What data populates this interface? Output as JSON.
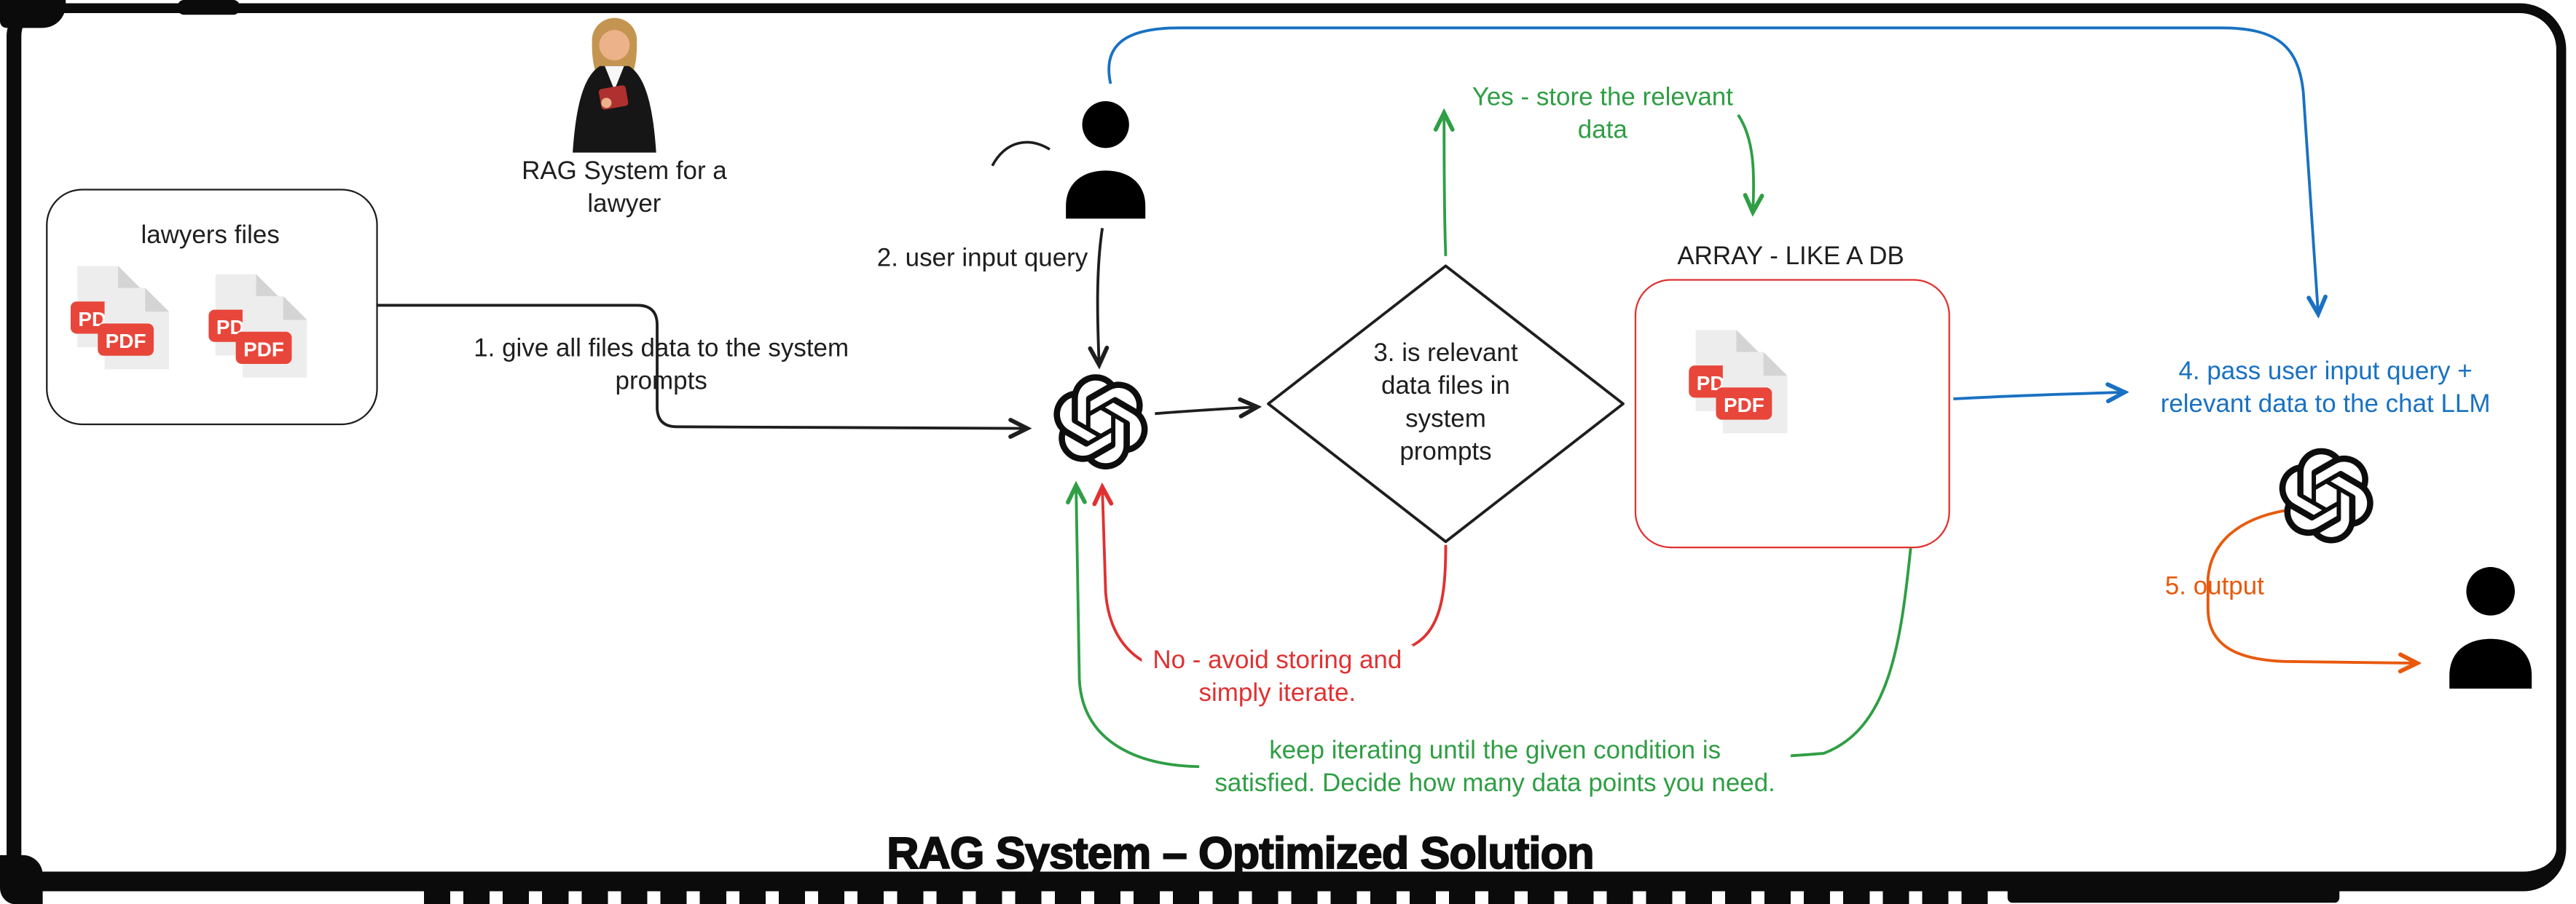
{
  "title": "RAG System – Optimized Solution",
  "lawyer": {
    "caption": "RAG System for a lawyer"
  },
  "files_box": {
    "label": "lawyers files"
  },
  "array_box": {
    "label": "ARRAY - LIKE A DB"
  },
  "diamond": {
    "label": "3. is relevant\ndata files in\nsystem\nprompts"
  },
  "badges": {
    "pdf": "PDF"
  },
  "arrows": {
    "step1": "1. give all files data to the system\nprompts",
    "step2": "2. user input query",
    "yes": "Yes - store the relevant\ndata",
    "no": "No - avoid storing and\nsimply iterate.",
    "iterate": "keep iterating until the given condition is\nsatisfied. Decide how many data points you need.",
    "step4": "4. pass user input query +\nrelevant data to the chat LLM",
    "step5": "5. output"
  },
  "colors": {
    "ink": "#1e1e1e",
    "green": "#2f9e44",
    "red": "#e03131",
    "blue": "#1971c2",
    "orange": "#e8590c",
    "pdf_red": "#e8463a"
  }
}
